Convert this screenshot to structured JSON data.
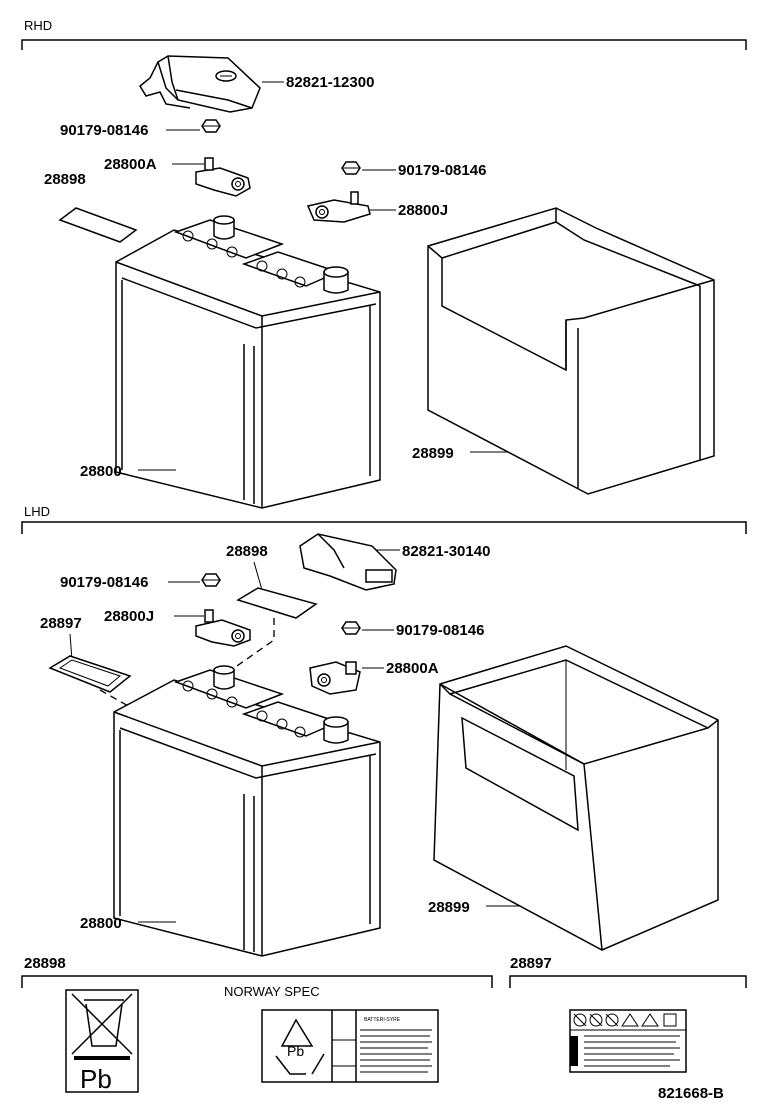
{
  "sections": {
    "rhd": "RHD",
    "lhd": "LHD",
    "norway": "NORWAY SPEC"
  },
  "rhd": {
    "cover_part": "82821-12300",
    "nut_top": "90179-08146",
    "terminal_a": "28800A",
    "nut_right": "90179-08146",
    "label_part": "28898",
    "terminal_j": "28800J",
    "battery": "28800",
    "tray": "28899"
  },
  "lhd": {
    "label_part": "28898",
    "cover_part": "82821-30140",
    "nut_left": "90179-08146",
    "terminal_j": "28800J",
    "nut_right": "90179-08146",
    "label_297": "28897",
    "terminal_a": "28800A",
    "battery": "28800",
    "tray": "28899"
  },
  "bottom": {
    "label_28898": "28898",
    "label_28897": "28897",
    "pb_symbol": "Pb",
    "recycle_pb": "Pb",
    "sticker_header": "BATTERI-SYRE",
    "figure_id": "821668-B"
  }
}
